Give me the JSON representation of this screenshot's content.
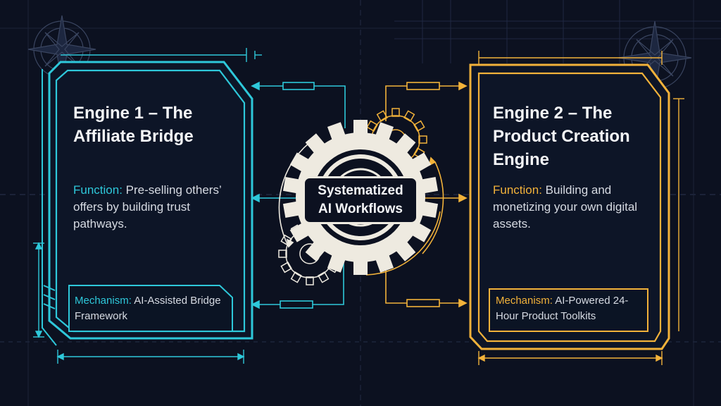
{
  "engine1": {
    "title_line1": "Engine 1 – The",
    "title_line2": "Affiliate Bridge",
    "function_label": "Function:",
    "function_text_1": " Pre-selling others’",
    "function_text_2": "offers by building trust",
    "function_text_3": "pathways.",
    "mechanism_label": "Mechanism:",
    "mechanism_text_1": " AI-Assisted Bridge",
    "mechanism_text_2": "Framework"
  },
  "engine2": {
    "title_line1": "Engine 2 – The",
    "title_line2": "Product Creation",
    "title_line3": "Engine",
    "function_label": "Function:",
    "function_text_1": " Building and",
    "function_text_2": "monetizing your own digital",
    "function_text_3": "assets.",
    "mechanism_label": "Mechanism:",
    "mechanism_text_1": " AI-Powered 24-",
    "mechanism_text_2": "Hour Product Toolkits"
  },
  "hub": {
    "line1": "Systematized",
    "line2": "AI Workflows"
  },
  "colors": {
    "background": "#0c1120",
    "engine1_accent": "#2ec8da",
    "engine2_accent": "#f2b23a",
    "gear": "#eeeae0",
    "grid": "#1e2740"
  },
  "icons": [
    "compass-rose-icon",
    "large-gear-icon",
    "small-gear-icon"
  ]
}
